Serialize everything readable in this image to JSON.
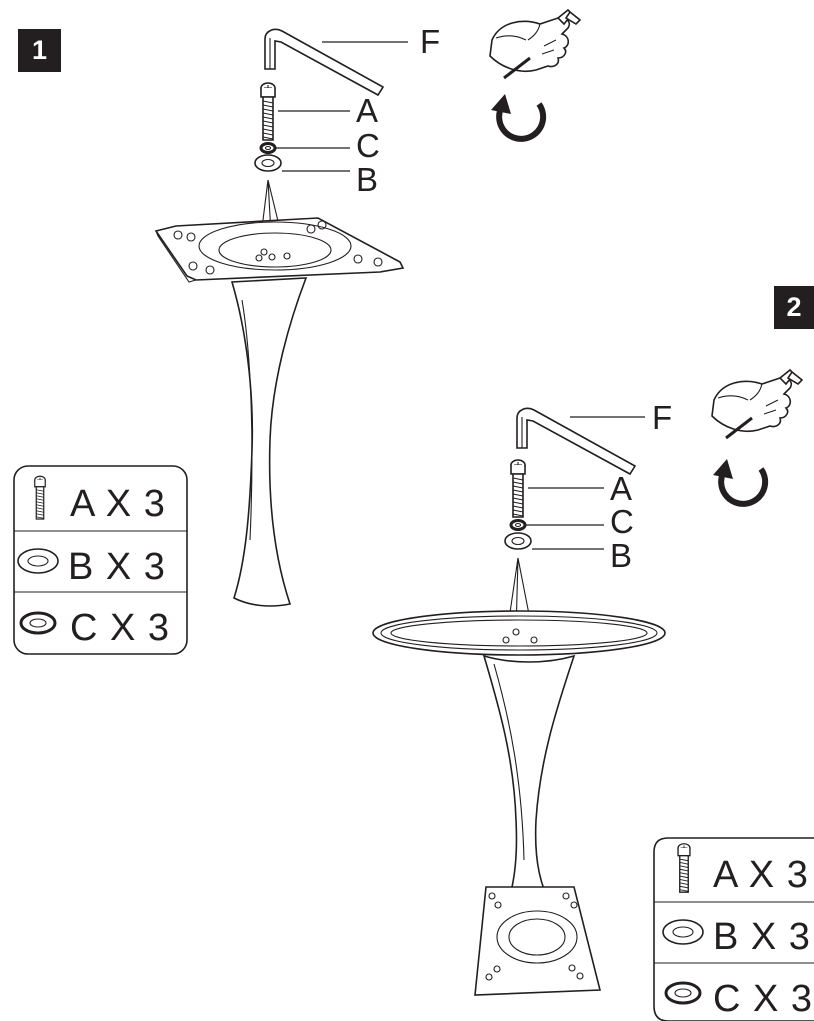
{
  "steps": [
    {
      "number": "1",
      "callouts": {
        "f": "F",
        "a": "A",
        "c": "C",
        "b": "B"
      },
      "parts": [
        {
          "text": "A X 3",
          "icon": "bolt-icon"
        },
        {
          "text": "B X 3",
          "icon": "flat-washer-icon"
        },
        {
          "text": "C X 3",
          "icon": "spring-washer-icon"
        }
      ]
    },
    {
      "number": "2",
      "callouts": {
        "f": "F",
        "a": "A",
        "c": "C",
        "b": "B"
      },
      "parts": [
        {
          "text": "A X 3",
          "icon": "bolt-icon"
        },
        {
          "text": "B X 3",
          "icon": "flat-washer-icon"
        },
        {
          "text": "C X 3",
          "icon": "spring-washer-icon"
        }
      ]
    }
  ],
  "colors": {
    "ink": "#231f20",
    "badge": "#231f20"
  }
}
